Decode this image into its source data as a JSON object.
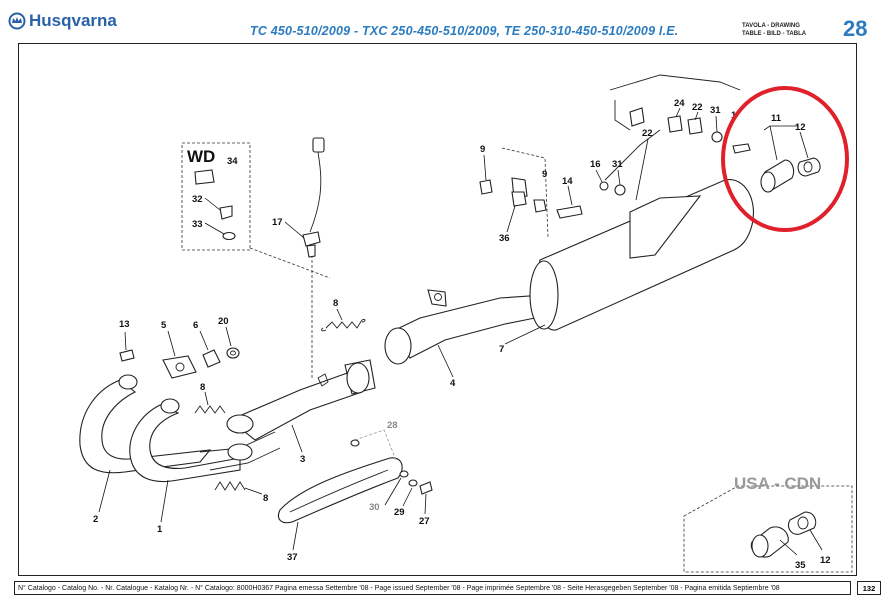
{
  "header": {
    "brand": "Husqvarna",
    "title": "TC 450-510/2009 - TXC 250-450-510/2009, TE 250-310-450-510/2009 I.E.",
    "drawing_label_line1": "TAVOLA - DRAWING",
    "drawing_label_line2": "TABLE - BILD - TABLA",
    "table_number": "28"
  },
  "diagram": {
    "wd_label": "WD",
    "wd_number": "34",
    "usa_cdn_label": "USA - CDN",
    "highlight_color": "#e0202a",
    "callouts": {
      "c1": "1",
      "c2": "2",
      "c3": "3",
      "c4": "4",
      "c5": "5",
      "c6": "6",
      "c7": "7",
      "c8a": "8",
      "c8b": "8",
      "c8c": "8",
      "c9a": "9",
      "c9b": "9",
      "c11": "11",
      "c12a": "12",
      "c12b": "12",
      "c13": "13",
      "c14": "14",
      "c16": "16",
      "c17": "17",
      "c20": "20",
      "c22a": "22",
      "c22b": "22",
      "c24": "24",
      "c27": "27",
      "c28": "28",
      "c29": "29",
      "c30": "30",
      "c31a": "31",
      "c31b": "31",
      "c32": "32",
      "c33": "33",
      "c35": "35",
      "c36": "36",
      "c37": "37",
      "c1b": "1"
    }
  },
  "footer": {
    "text": "N° Catalogo - Catalog No. - Nr. Catalogue - Katalog Nr. - N° Catalogo: 8000H0367 Pagina emessa Settembre '08 - Page issued September '08 - Page imprimée Septembre '08 - Seite Herasgegeben September '08 - Pagina emitida Septiembre '08",
    "page": "132"
  }
}
